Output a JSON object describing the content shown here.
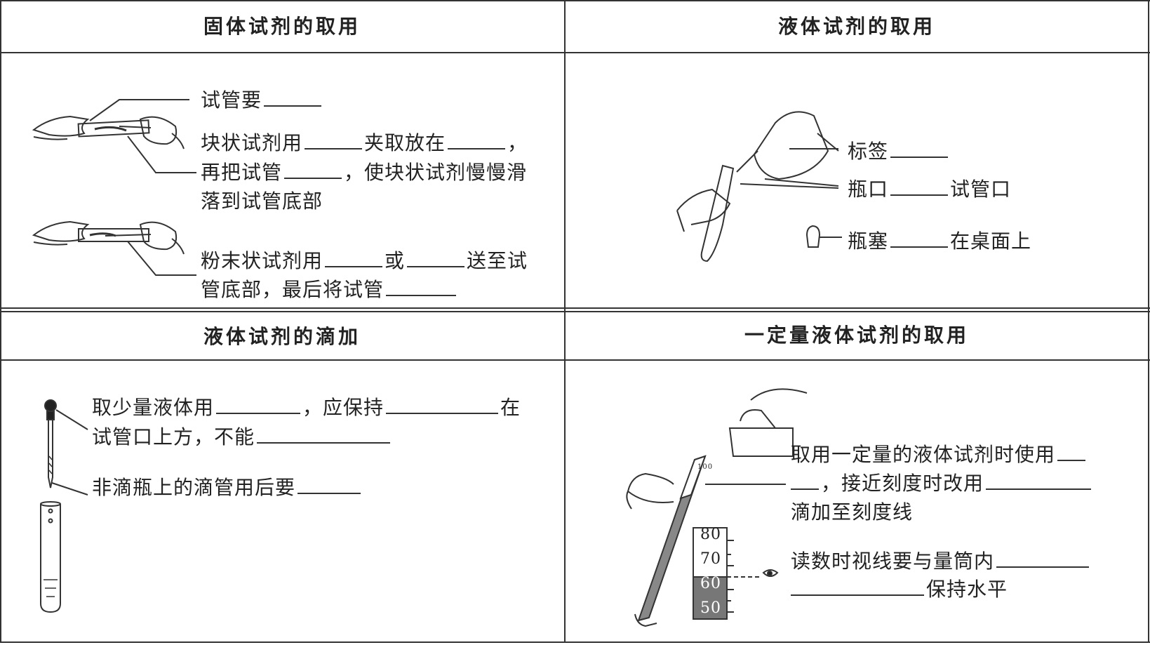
{
  "headers": {
    "solid": "固体试剂的取用",
    "liquid": "液体试剂的取用",
    "dropping": "液体试剂的滴加",
    "measured": "一定量液体试剂的取用"
  },
  "solid": {
    "tube_tilt": "试管要",
    "lump_1a": "块状试剂用",
    "lump_1b": "夹取放在",
    "lump_1c": "，",
    "lump_2a": "再把试管",
    "lump_2b": "，使块状试剂慢慢滑",
    "lump_3": "落到试管底部",
    "powder_1a": "粉末状试剂用",
    "powder_1b": "或",
    "powder_1c": "送至试",
    "powder_2": "管底部，最后将试管"
  },
  "liquid": {
    "label": "标签",
    "mouth_a": "瓶口",
    "mouth_b": "试管口",
    "stopper_a": "瓶塞",
    "stopper_b": "在桌面上"
  },
  "dropping": {
    "line1a": "取少量液体用",
    "line1b": "，应保持",
    "line1c": "在",
    "line2": "试管口上方，不能",
    "line3": "非滴瓶上的滴管用后要"
  },
  "measured": {
    "line1": "取用一定量的液体试剂时使用",
    "line2": "，接近刻度时改用",
    "line3": "滴加至刻度线",
    "line4": "读数时视线要与量筒内",
    "line5": "保持水平",
    "scale": [
      "80",
      "70",
      "60",
      "50"
    ],
    "top_mark": "100"
  }
}
